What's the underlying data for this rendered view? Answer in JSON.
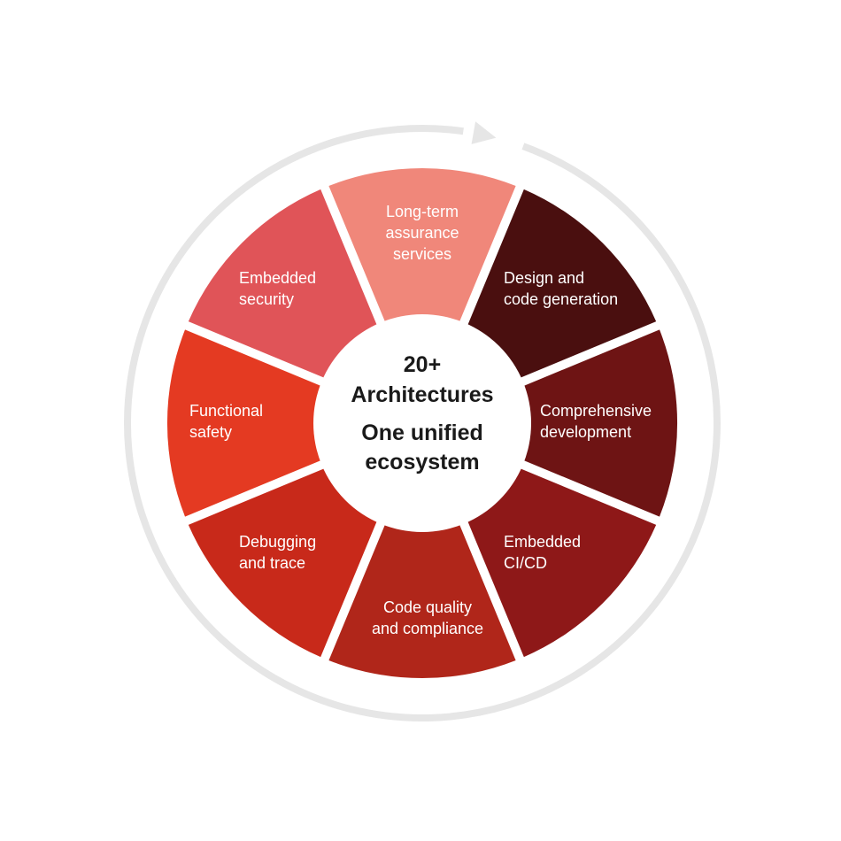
{
  "center": {
    "line1": "20+",
    "line2": "Architectures",
    "line3": "One unified",
    "line4": "ecosystem"
  },
  "segments": [
    {
      "lines": [
        "Long-term",
        "assurance",
        "services"
      ],
      "color": "#f0877a"
    },
    {
      "lines": [
        "Design and",
        "code generation"
      ],
      "color": "#4a0f0f"
    },
    {
      "lines": [
        "Comprehensive",
        "development"
      ],
      "color": "#6e1414"
    },
    {
      "lines": [
        "Embedded",
        "CI/CD"
      ],
      "color": "#8e1818"
    },
    {
      "lines": [
        "Code quality",
        "and compliance"
      ],
      "color": "#b0261a"
    },
    {
      "lines": [
        "Debugging",
        "and trace"
      ],
      "color": "#c8291a"
    },
    {
      "lines": [
        "Functional",
        "safety"
      ],
      "color": "#e43a22"
    },
    {
      "lines": [
        "Embedded",
        "security"
      ],
      "color": "#e05458"
    }
  ],
  "ring_color": "#e6e6e6"
}
